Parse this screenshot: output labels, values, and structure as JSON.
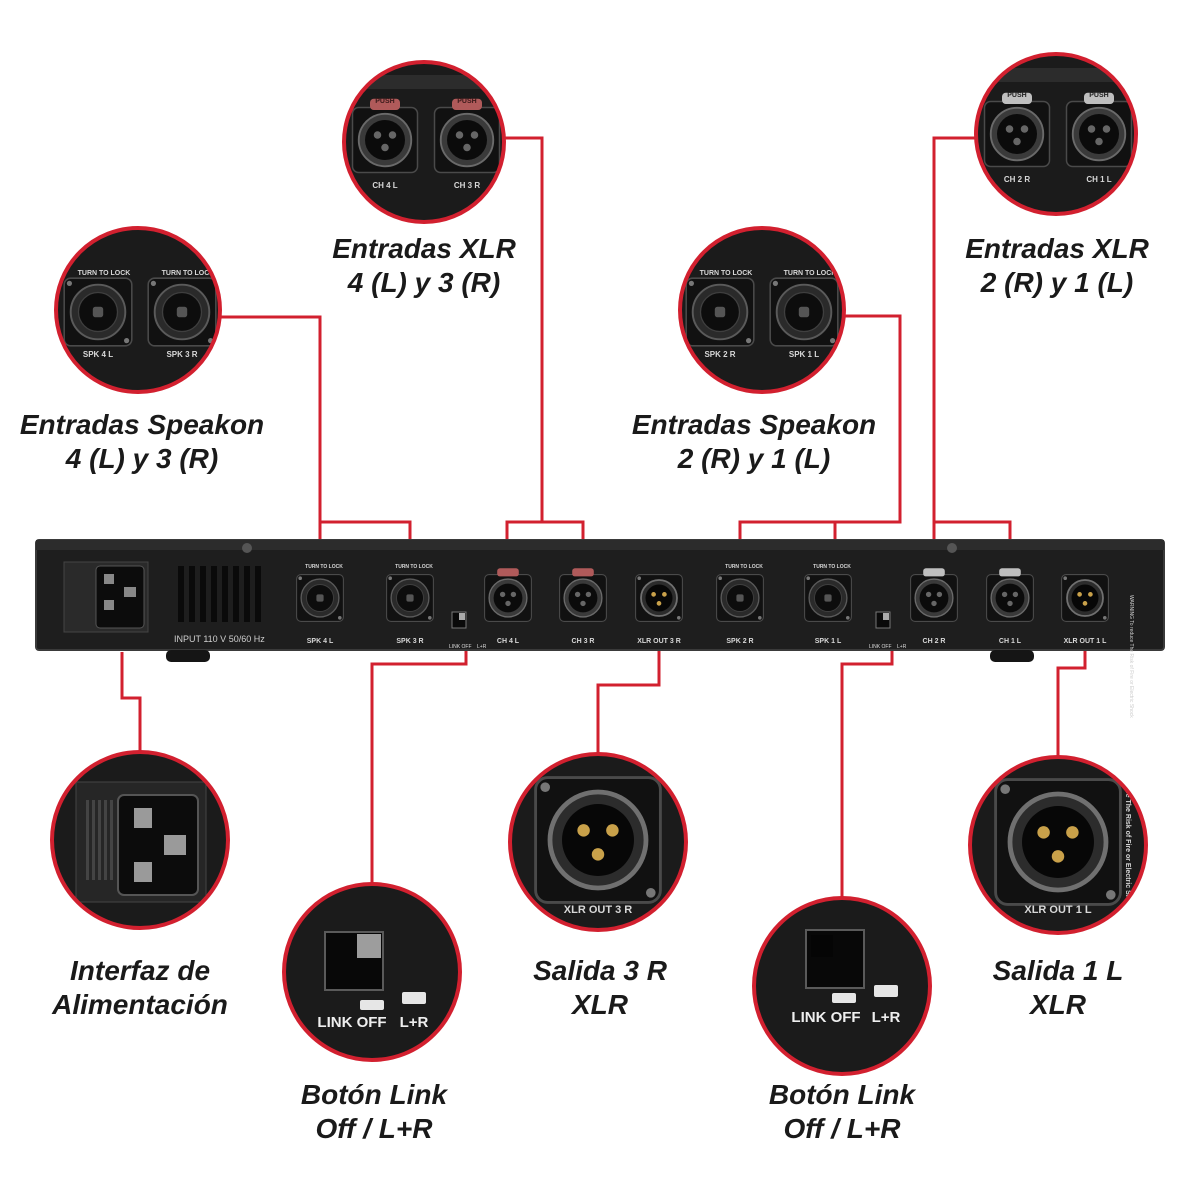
{
  "colors": {
    "accent": "#d2202f",
    "panel": "#1c1c1c",
    "panel_edge": "#2d2d2d",
    "silk": "#d8d8d8",
    "push_tab": "#b05a5a",
    "push_tab_silver": "#bfbfbf"
  },
  "panel": {
    "input_label": "INPUT 110 V 50/60 Hz",
    "link_label_off": "LINK OFF",
    "link_label_lr": "L+R",
    "warning_text": "WARNING To reduce The Risk of Fire or Electric Shock",
    "connectors": [
      {
        "id": "spk4",
        "kind": "speakon",
        "label": "SPK 4 L",
        "tag": "TURN TO LOCK"
      },
      {
        "id": "spk3",
        "kind": "speakon",
        "label": "SPK 3 R",
        "tag": "TURN TO LOCK"
      },
      {
        "id": "ch4",
        "kind": "xlr-female",
        "label": "CH 4 L",
        "tag": "PUSH"
      },
      {
        "id": "ch3",
        "kind": "xlr-female",
        "label": "CH 3 R",
        "tag": "PUSH"
      },
      {
        "id": "out3",
        "kind": "xlr-male",
        "label": "XLR OUT 3 R"
      },
      {
        "id": "spk2",
        "kind": "speakon",
        "label": "SPK 2 R",
        "tag": "TURN TO LOCK"
      },
      {
        "id": "spk1",
        "kind": "speakon",
        "label": "SPK 1 L",
        "tag": "TURN TO LOCK"
      },
      {
        "id": "ch2",
        "kind": "xlr-female",
        "label": "CH 2 R",
        "tag": "PUSH"
      },
      {
        "id": "ch1",
        "kind": "xlr-female",
        "label": "CH 1 L",
        "tag": "PUSH"
      },
      {
        "id": "out1",
        "kind": "xlr-male",
        "label": "XLR OUT 1 L"
      }
    ]
  },
  "callouts": [
    {
      "id": "xlr43",
      "line1": "Entradas XLR",
      "line2": "4 (L) y 3 (R)",
      "zoom_labels": [
        "CH 4 L",
        "CH 3 R"
      ],
      "zoom_tag": "PUSH"
    },
    {
      "id": "xlr21",
      "line1": "Entradas XLR",
      "line2": "2 (R) y 1 (L)",
      "zoom_labels": [
        "CH 2 R",
        "CH 1 L"
      ],
      "zoom_tag": "PUSH"
    },
    {
      "id": "spk43",
      "line1": "Entradas Speakon",
      "line2": "4 (L) y 3 (R)",
      "zoom_labels": [
        "SPK 4 L",
        "SPK 3 R"
      ],
      "zoom_tag": "TURN TO LOCK"
    },
    {
      "id": "spk21",
      "line1": "Entradas Speakon",
      "line2": "2 (R) y 1 (L)",
      "zoom_labels": [
        "SPK 2 R",
        "SPK 1 L"
      ],
      "zoom_tag": "TURN TO LOCK"
    },
    {
      "id": "power",
      "line1": "Interfaz de",
      "line2": "Alimentación"
    },
    {
      "id": "link1",
      "line1": "Botón Link",
      "line2": "Off / L+R",
      "zoom_off": "LINK OFF",
      "zoom_lr": "L+R"
    },
    {
      "id": "out3r",
      "line1": "Salida 3 R",
      "line2": "XLR",
      "zoom_labels": [
        "XLR OUT 3 R"
      ]
    },
    {
      "id": "link2",
      "line1": "Botón Link",
      "line2": "Off / L+R",
      "zoom_off": "LINK OFF",
      "zoom_lr": "L+R"
    },
    {
      "id": "out1l",
      "line1": "Salida 1 L",
      "line2": "XLR",
      "zoom_labels": [
        "XLR OUT 1 L"
      ]
    }
  ]
}
